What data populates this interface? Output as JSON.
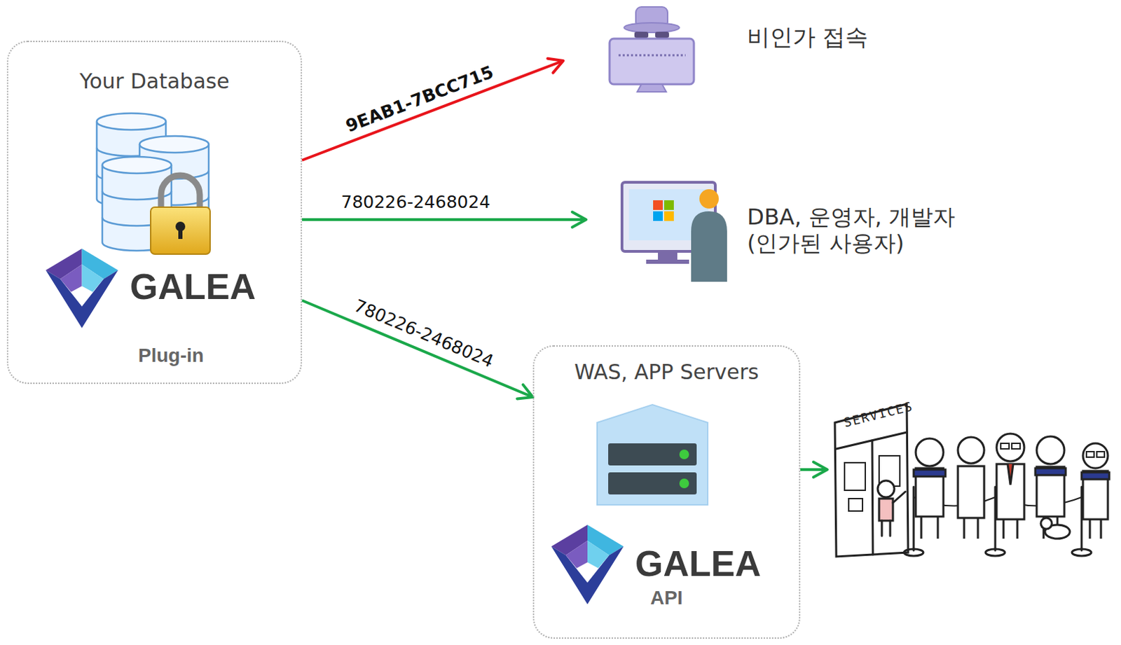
{
  "diagram": {
    "nodes": [
      {
        "text": [
          "Your Database",
          "GALEA",
          "Plug-in"
        ]
      },
      {
        "text": [
          "비인가 접속"
        ]
      },
      {
        "text": [
          "DBA, 운영자, 개발자 (인가된 사용자)"
        ]
      },
      {
        "text": [
          "WAS, APP Servers",
          "GALEA",
          "API"
        ]
      },
      {
        "text": [
          "SERVICES"
        ]
      }
    ],
    "edges": [
      {
        "from": 0,
        "to": 1,
        "label": "9EAB1-7BCC715",
        "arrow": "to"
      },
      {
        "from": 0,
        "to": 2,
        "label": "780226-2468024",
        "arrow": "to"
      },
      {
        "from": 0,
        "to": 3,
        "label": "780226-2468024",
        "arrow": "to"
      },
      {
        "from": 3,
        "to": 4,
        "arrow": "to"
      }
    ]
  }
}
